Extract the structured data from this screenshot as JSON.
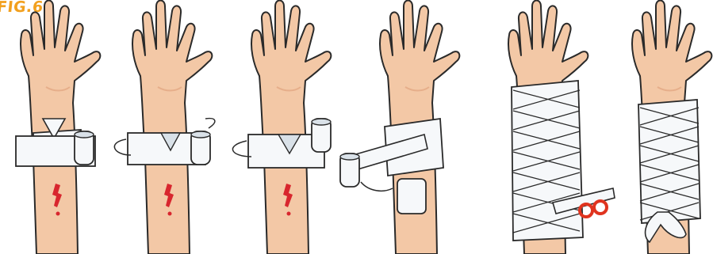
{
  "figure": {
    "label": "FIG.6",
    "label_color": "#f2a01e"
  },
  "colors": {
    "skin": "#f3c8a6",
    "skin_shadow": "#e6ae8a",
    "outline": "#2a2a2a",
    "bandage": "#f6f8fa",
    "bandage_shade": "#d9e1e8",
    "wound": "#d8262e",
    "scissors_handle": "#e0341f"
  },
  "steps": [
    {
      "step": 1,
      "stage": "anchor-wrap",
      "wound_visible": true
    },
    {
      "step": 2,
      "stage": "second-turn",
      "wound_visible": true
    },
    {
      "step": 3,
      "stage": "third-turn",
      "wound_visible": true
    },
    {
      "step": 4,
      "stage": "pad-placed",
      "wound_visible": false
    },
    {
      "step": 5,
      "stage": "figure-eight-wrap-cut",
      "wound_visible": false
    },
    {
      "step": 6,
      "stage": "tied-off",
      "wound_visible": false
    }
  ]
}
